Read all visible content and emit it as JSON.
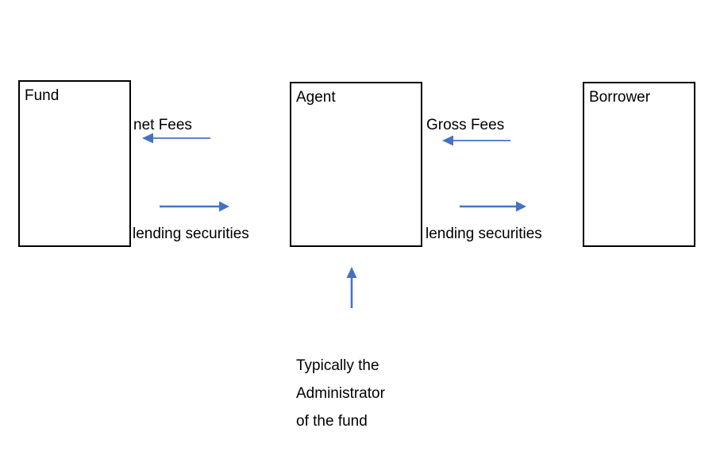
{
  "diagram": {
    "boxes": {
      "fund": {
        "label": "Fund"
      },
      "agent": {
        "label": "Agent"
      },
      "borrower": {
        "label": "Borrower"
      }
    },
    "arrows": {
      "net_fees": {
        "label": "net Fees",
        "direction": "left",
        "from": "Agent",
        "to": "Fund"
      },
      "gross_fees": {
        "label": "Gross Fees",
        "direction": "left",
        "from": "Borrower",
        "to": "Agent"
      },
      "lending_securities_fund_to_agent": {
        "label": "lending securities",
        "direction": "right",
        "from": "Fund",
        "to": "Agent"
      },
      "lending_securities_agent_to_borrower": {
        "label": "lending securities",
        "direction": "right",
        "from": "Agent",
        "to": "Borrower"
      },
      "administrator_note_arrow": {
        "direction": "up",
        "to": "Agent"
      }
    },
    "note": "Typically the\nAdministrator\nof the fund",
    "colors": {
      "arrow_blue": "#4472C4",
      "box_border": "#000000",
      "text": "#000000",
      "background": "#FFFFFF"
    }
  }
}
